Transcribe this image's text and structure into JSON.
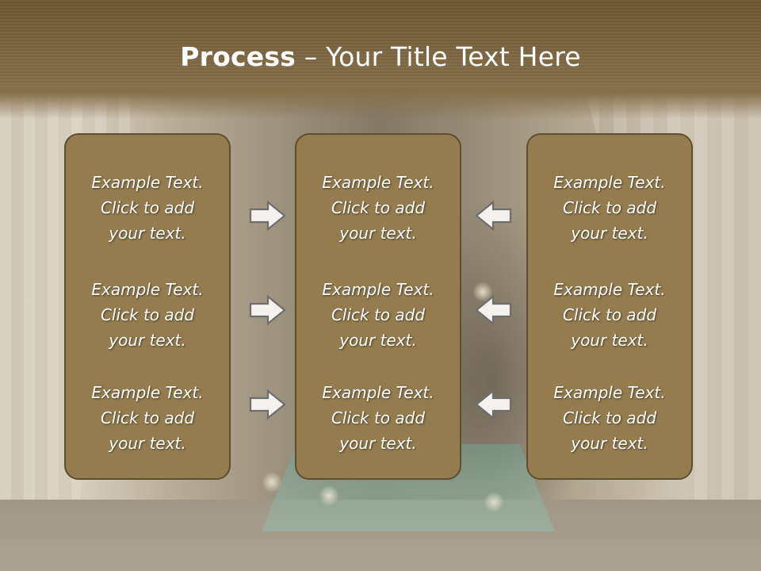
{
  "slide": {
    "title_bold": "Process",
    "title_rest": " – Your Title Text Here"
  },
  "columns": {
    "left": [
      {
        "lines": [
          "Example Text.",
          "Click  to add",
          "your text."
        ]
      },
      {
        "lines": [
          "Example Text.",
          "Click  to add",
          "your text."
        ]
      },
      {
        "lines": [
          "Example Text.",
          "Click  to add",
          "your text."
        ]
      }
    ],
    "middle": [
      {
        "lines": [
          "Example Text.",
          "Click  to add",
          "your text."
        ]
      },
      {
        "lines": [
          "Example Text.",
          "Click  to add",
          "your text."
        ]
      },
      {
        "lines": [
          "Example Text.",
          "Click  to add",
          "your text."
        ]
      }
    ],
    "right": [
      {
        "lines": [
          "Example Text.",
          "Click  to add",
          "your text."
        ]
      },
      {
        "lines": [
          "Example Text.",
          "Click  to add",
          "your text."
        ]
      },
      {
        "lines": [
          "Example Text.",
          "Click  to add",
          "your text."
        ]
      }
    ]
  },
  "arrows": {
    "left_to_middle": [
      "arrow-right-icon",
      "arrow-right-icon",
      "arrow-right-icon"
    ],
    "right_to_middle": [
      "arrow-left-icon",
      "arrow-left-icon",
      "arrow-left-icon"
    ]
  },
  "colors": {
    "header": "#7a633f",
    "box_fill": "#957c4f",
    "box_border": "#5e4e33",
    "text": "#ffffff"
  }
}
